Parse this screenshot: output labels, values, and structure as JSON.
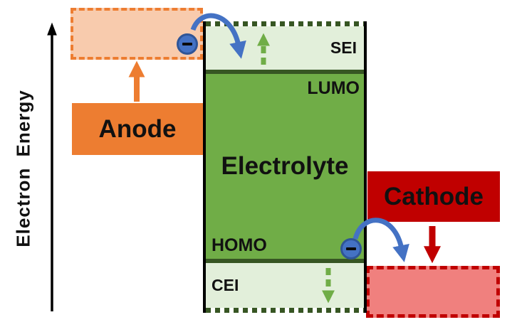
{
  "axis": {
    "label": "Electron Energy"
  },
  "anode": {
    "label": "Anode"
  },
  "cathode": {
    "label": "Cathode"
  },
  "electrolyte": {
    "label": "Electrolyte",
    "lumo_label": "LUMO",
    "homo_label": "HOMO",
    "sei_label": "SEI",
    "cei_label": "CEI"
  },
  "icons": {
    "electron_top": "minus-icon",
    "electron_bottom": "minus-icon",
    "axis_arrow": "up-arrow-icon",
    "anode_arrow": "up-arrow-icon",
    "cathode_arrow": "down-arrow-icon",
    "sei_arrow": "dashed-up-arrow-icon",
    "cei_arrow": "dashed-down-arrow-icon",
    "electron_path_top": "curved-arrow-icon",
    "electron_path_bottom": "curved-arrow-icon"
  },
  "colors": {
    "orange": "#ED7D31",
    "orange-light": "#F8CBAD",
    "red": "#C00000",
    "red-light": "#F0807E",
    "green": "#70AD47",
    "green-light": "#E2EFDA",
    "green-dark": "#375623",
    "blue": "#4472C4",
    "blue-dark": "#2F5597",
    "ink": "#111111"
  }
}
